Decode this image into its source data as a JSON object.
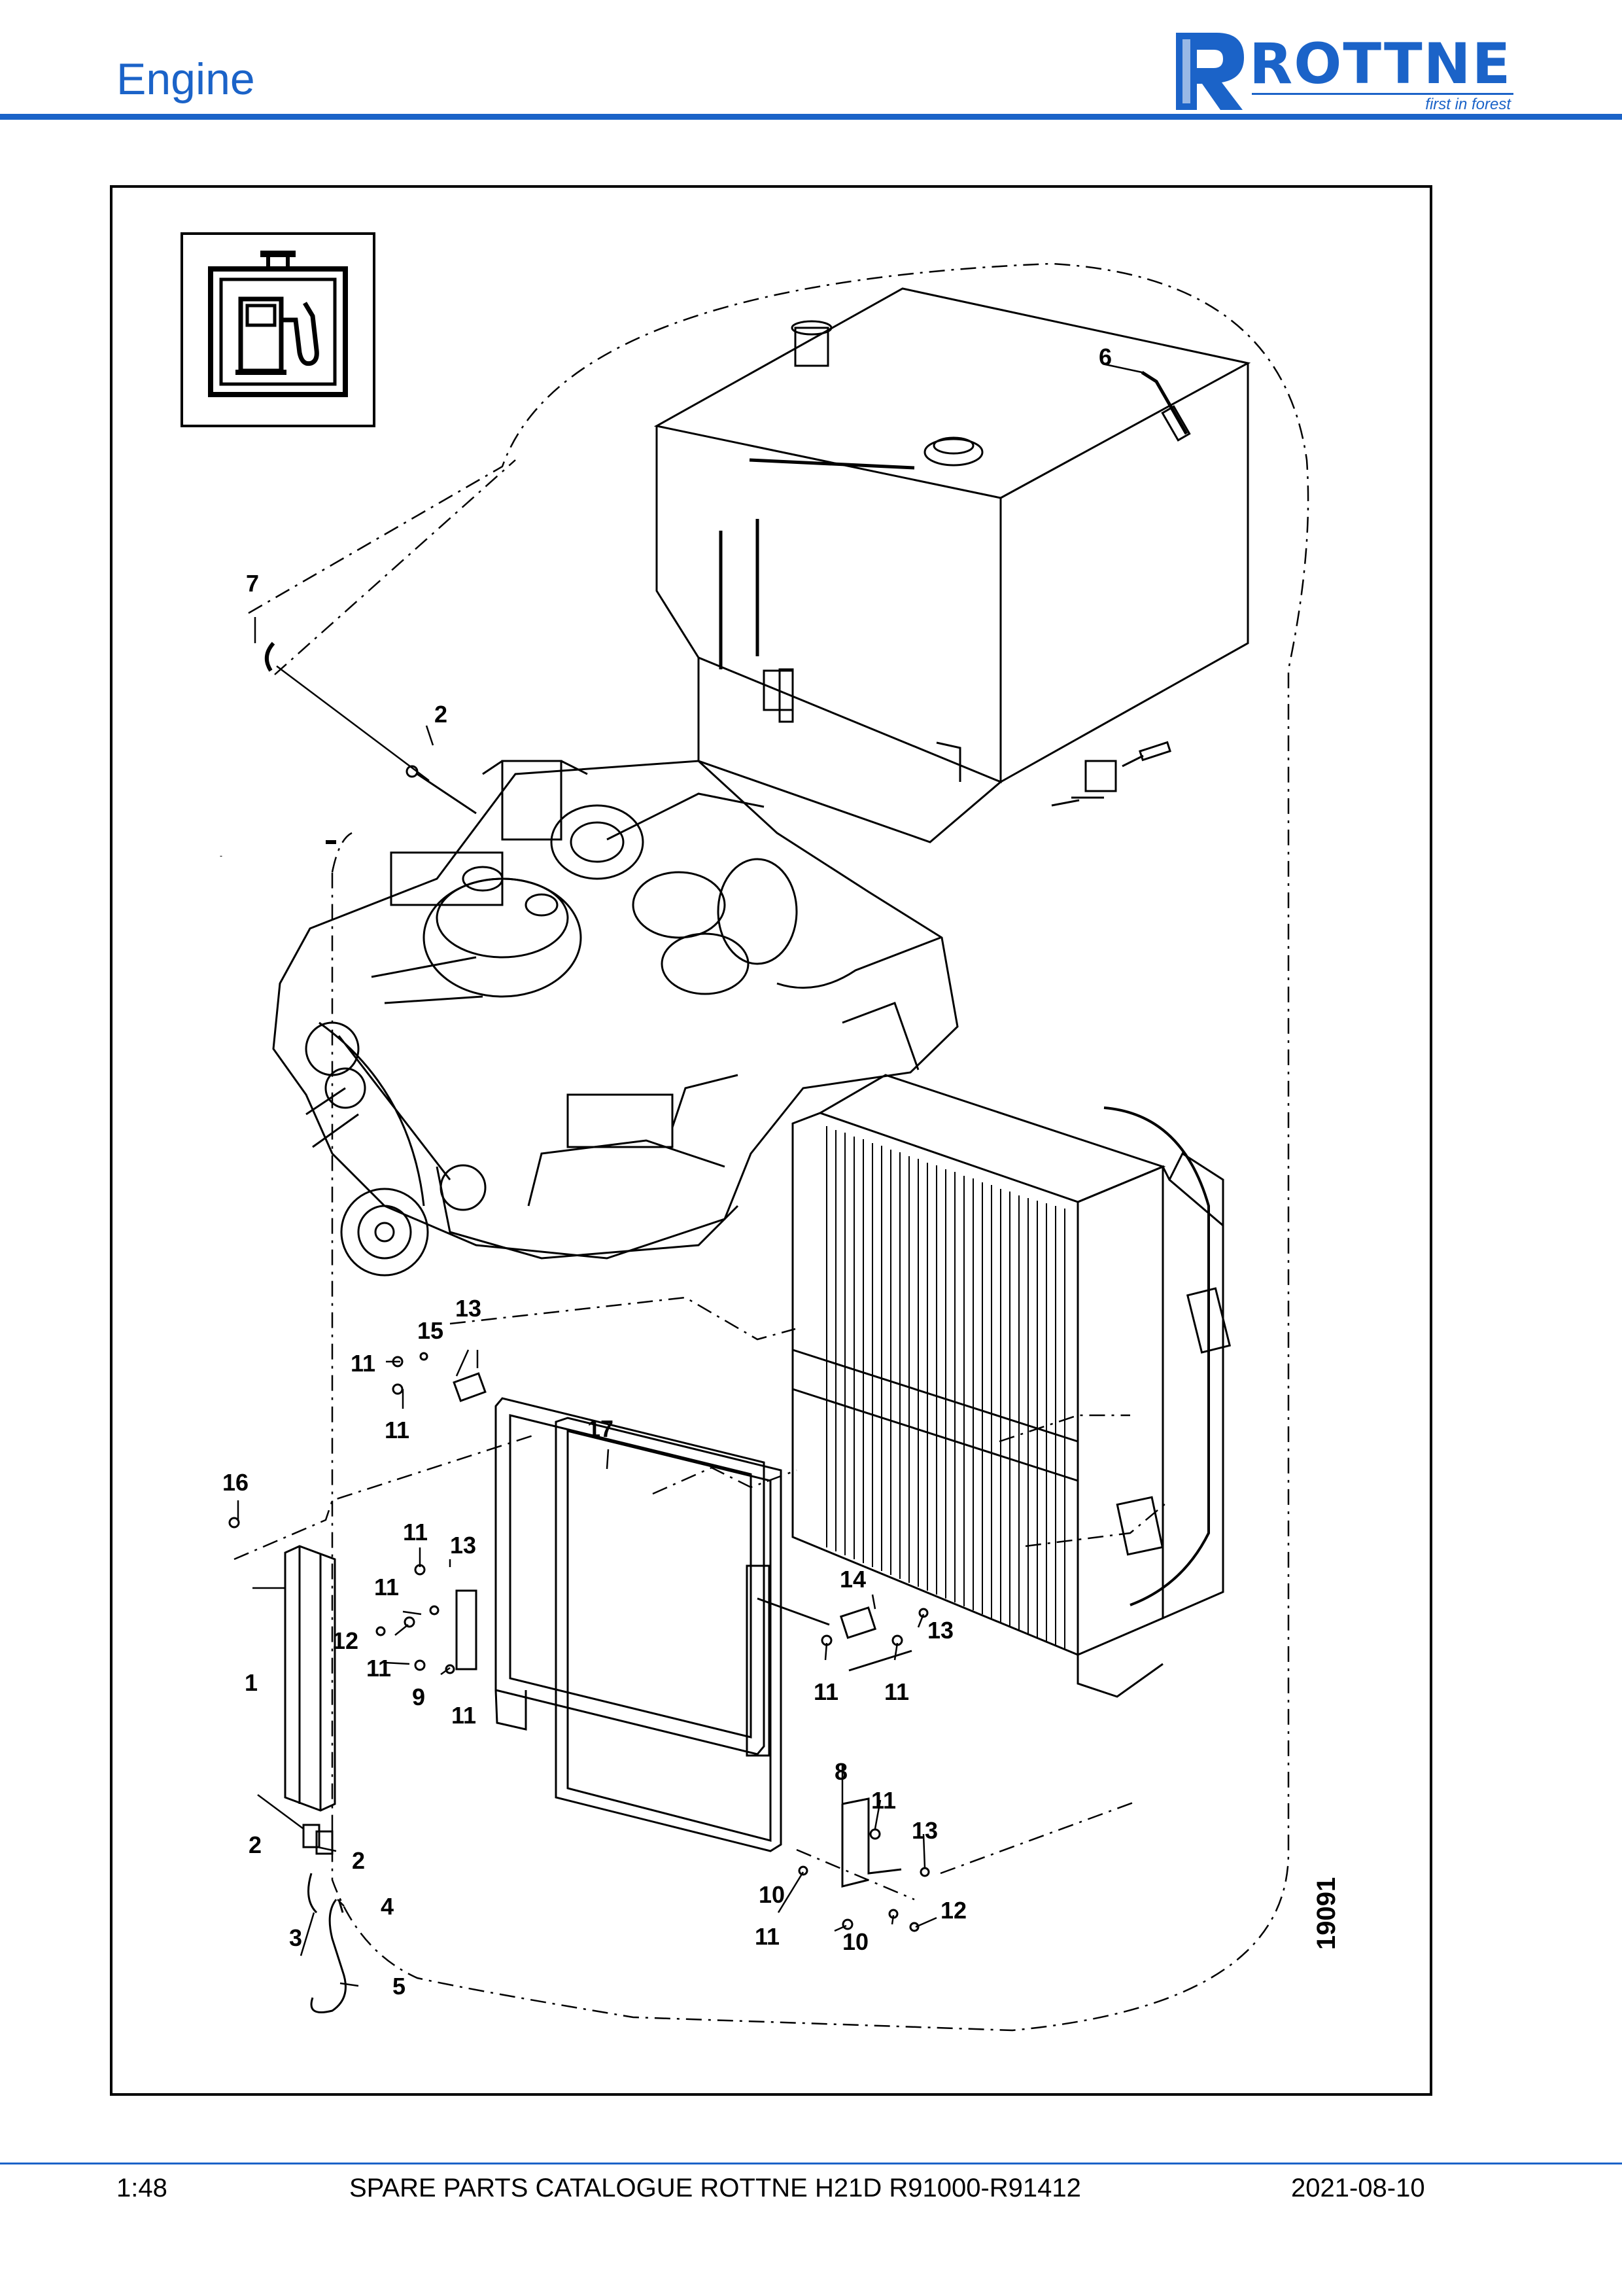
{
  "header": {
    "section_title": "Engine",
    "logo_text": "ROTTNE",
    "logo_tagline": "first in forest",
    "brand_color": "#1b63c8"
  },
  "icon": {
    "name": "fuel-pump-icon"
  },
  "callouts": {
    "c1": "1",
    "c2a": "2",
    "c2b": "2",
    "c2c": "2",
    "c3": "3",
    "c4": "4",
    "c5": "5",
    "c6": "6",
    "c7": "7",
    "c8": "8",
    "c9": "9",
    "c10a": "10",
    "c10b": "10",
    "c11a": "11",
    "c11b": "11",
    "c11c": "11",
    "c11d": "11",
    "c11e": "11",
    "c11f": "11",
    "c11g": "11",
    "c11h": "11",
    "c11i": "11",
    "c11j": "11",
    "c12a": "12",
    "c12b": "12",
    "c13a": "13",
    "c13b": "13",
    "c13c": "13",
    "c13d": "13",
    "c14": "14",
    "c15": "15",
    "c16": "16",
    "c17": "17"
  },
  "drawing_number": "19091",
  "footer": {
    "page": "1:48",
    "catalogue": "SPARE PARTS CATALOGUE ROTTNE H21D R91000-R91412",
    "date": "2021-08-10"
  }
}
